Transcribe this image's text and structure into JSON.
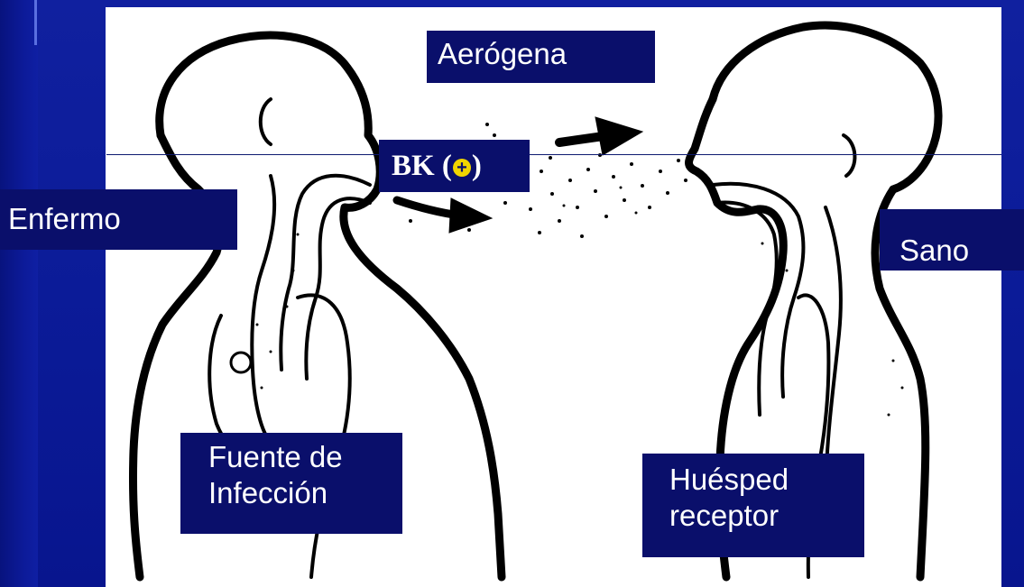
{
  "labels": {
    "aerogena": "Aerógena",
    "bk_prefix": "BK (",
    "bk_symbol": "+",
    "bk_suffix": ")",
    "enfermo": "Enfermo",
    "sano": "Sano",
    "fuente_line1": "Fuente de",
    "fuente_line2": "Infección",
    "huesped_line1": "Huésped",
    "huesped_line2": "receptor"
  },
  "icons": {
    "bk_symbol": "plus-circle-icon",
    "arrows": "arrow-right-icon"
  },
  "colors": {
    "background": "#0d1a9e",
    "label_box": "#0a0f6b",
    "canvas": "#ffffff",
    "outline": "#000000",
    "bk_symbol": "#f0d400"
  }
}
